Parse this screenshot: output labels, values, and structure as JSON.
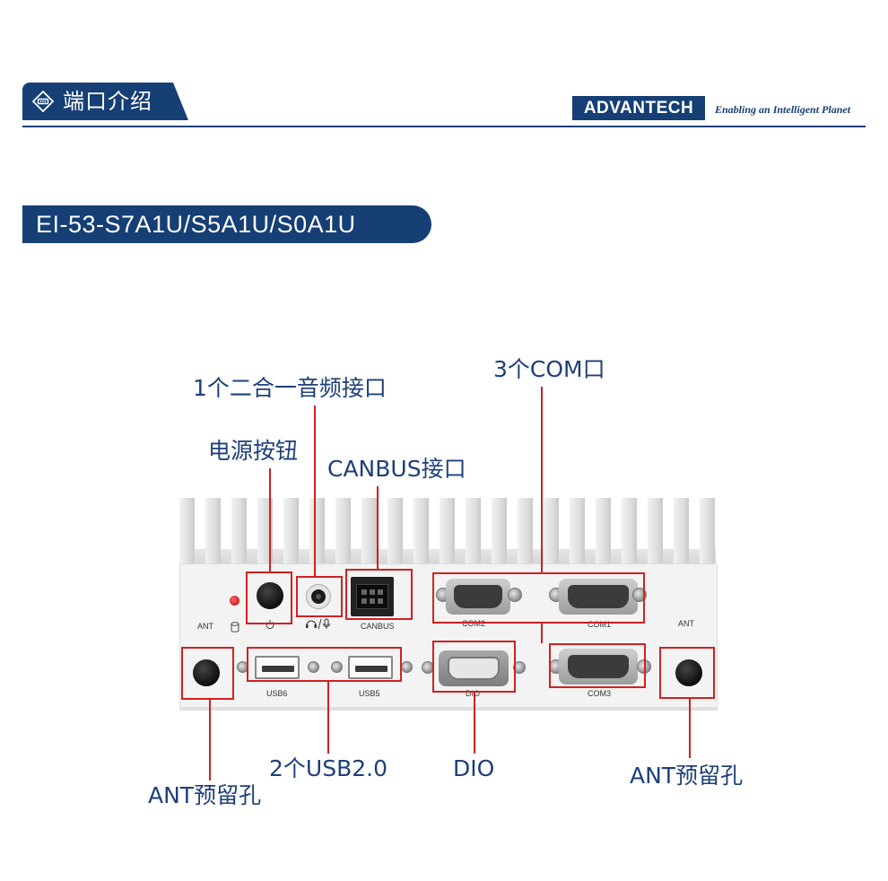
{
  "header": {
    "section_title": "端口介绍",
    "brand": "ADVANTECH",
    "tagline": "Enabling an Intelligent Planet"
  },
  "model": "EI-53-S7A1U/S5A1U/S0A1U",
  "callouts": {
    "audio": "1个二合一音频接口",
    "com": "3个COM口",
    "power": "电源按钮",
    "canbus": "CANBUS接口",
    "usb": "2个USB2.0",
    "dio": "DIO",
    "ant_left": "ANT预留孔",
    "ant_right": "ANT预留孔"
  },
  "device_labels": {
    "ant_left": "ANT",
    "ant_right": "ANT",
    "canbus": "CANBUS",
    "com1": "COM1",
    "com2": "COM2",
    "com3": "COM3",
    "usb5": "USB5",
    "usb6": "USB6",
    "dio": "DIO"
  },
  "colors": {
    "brand_blue": "#153f75",
    "callout_red": "#d32020",
    "label_blue": "#1f3f7a"
  }
}
